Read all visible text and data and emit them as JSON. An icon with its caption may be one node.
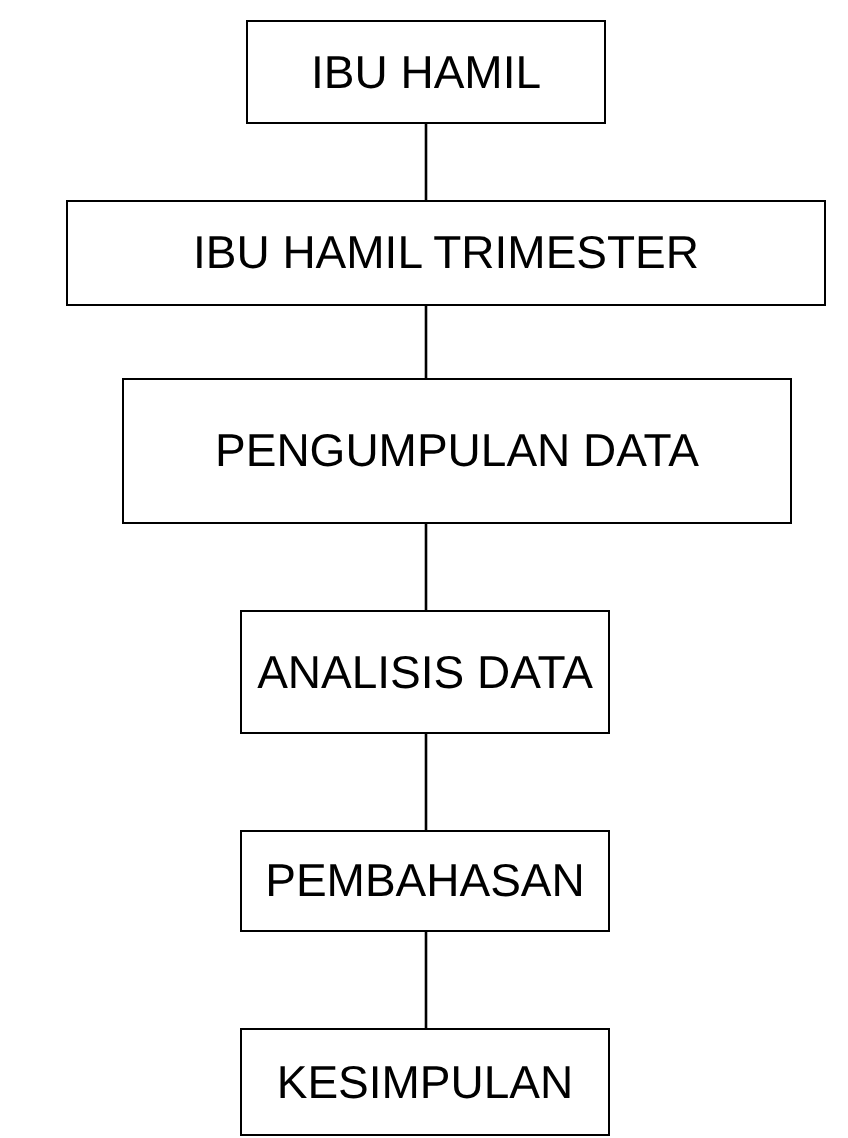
{
  "diagram": {
    "nodes": [
      {
        "text": [
          "IBU HAMIL"
        ]
      },
      {
        "text": [
          "IBU HAMIL TRIMESTER"
        ]
      },
      {
        "text": [
          "PENGUMPULAN DATA"
        ]
      },
      {
        "text": [
          "ANALISIS DATA"
        ]
      },
      {
        "text": [
          "PEMBAHASAN"
        ]
      },
      {
        "text": [
          "KESIMPULAN"
        ]
      }
    ],
    "edges": [
      {
        "from": 0,
        "to": 1,
        "arrow": "none"
      },
      {
        "from": 1,
        "to": 2,
        "arrow": "none"
      },
      {
        "from": 2,
        "to": 3,
        "arrow": "none"
      },
      {
        "from": 3,
        "to": 4,
        "arrow": "none"
      },
      {
        "from": 4,
        "to": 5,
        "arrow": "none"
      }
    ]
  }
}
